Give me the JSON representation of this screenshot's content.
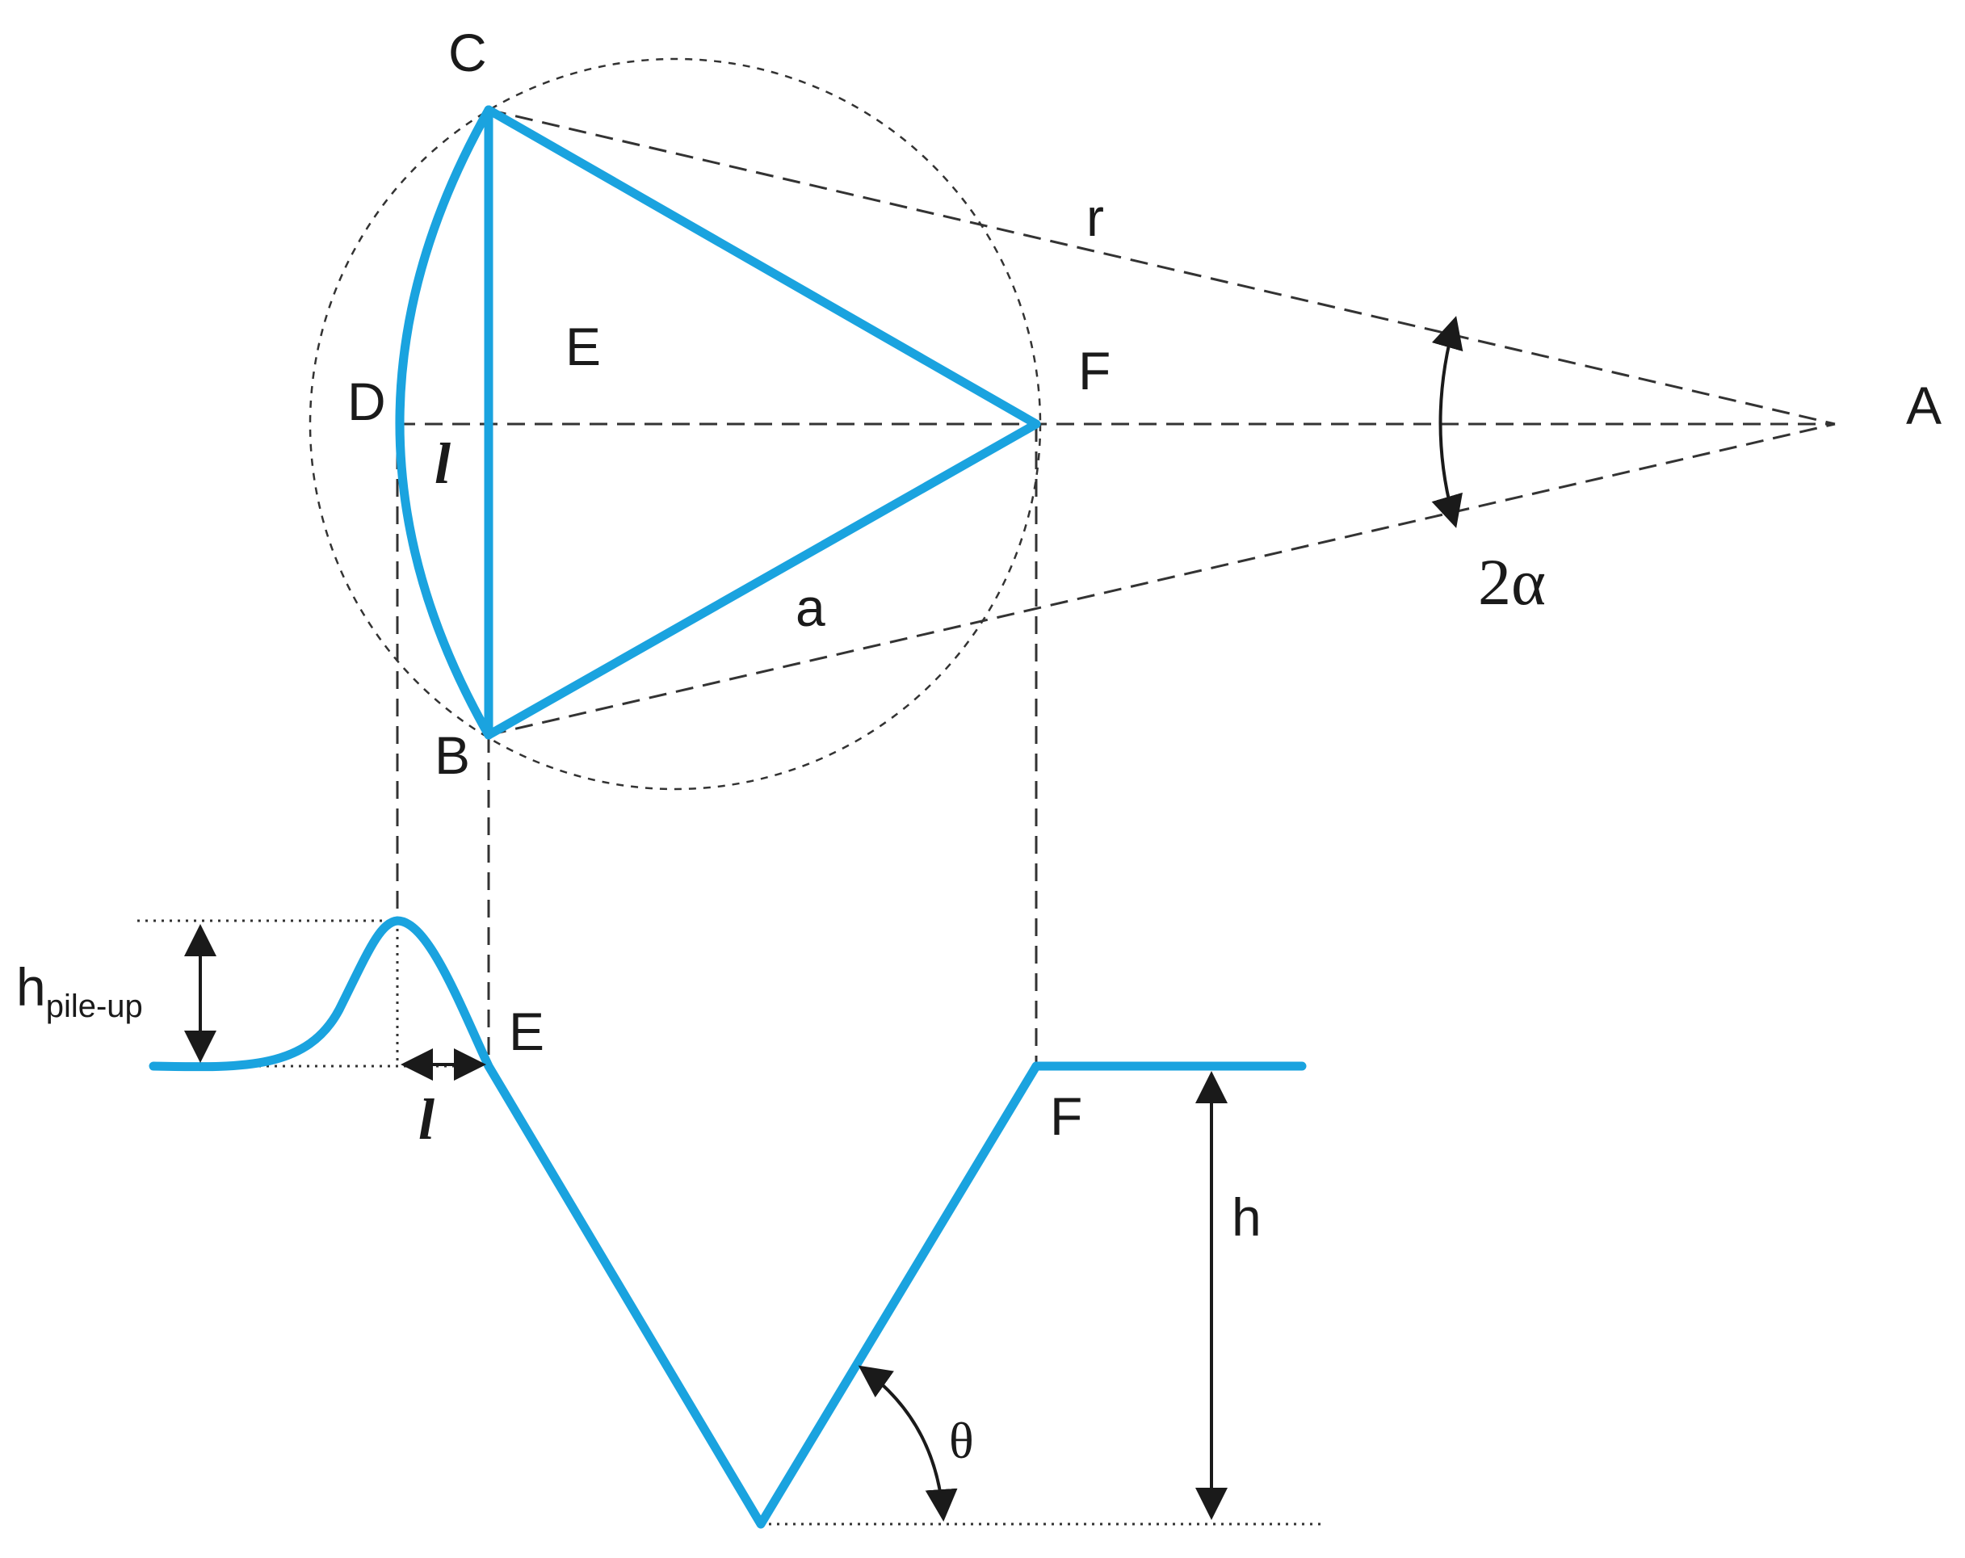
{
  "colors": {
    "indent": "#1aa3df",
    "construction": "#333333",
    "text": "#1a1a1a"
  },
  "labels": {
    "point_c": "C",
    "point_d": "D",
    "point_e_top": "E",
    "point_f_top": "F",
    "point_a": "A",
    "point_b": "B",
    "radius_r": "r",
    "length_l_top": "l",
    "side_a": "a",
    "angle_2alpha": "2α",
    "h_pile_main": "h",
    "h_pile_sub": "pile-up",
    "point_e_bottom": "E",
    "length_l_bottom": "l",
    "point_f_bottom": "F",
    "depth_h": "h",
    "angle_theta": "θ"
  }
}
